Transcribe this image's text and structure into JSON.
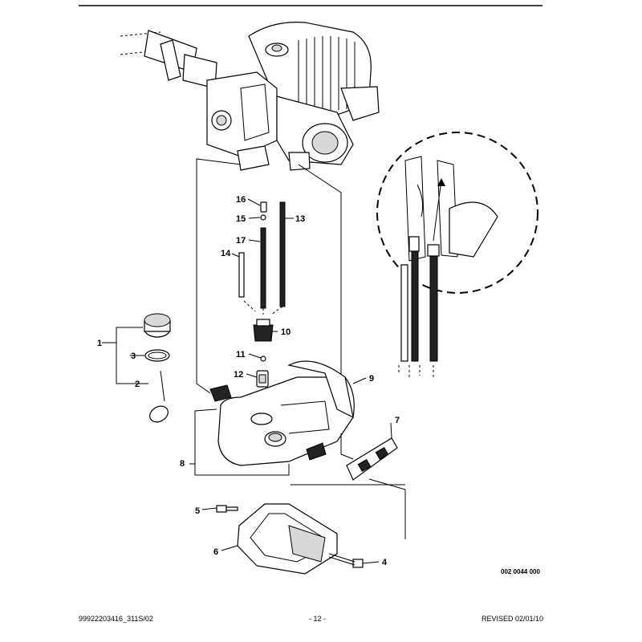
{
  "callouts": [
    {
      "num": "1"
    },
    {
      "num": "2"
    },
    {
      "num": "3"
    },
    {
      "num": "4"
    },
    {
      "num": "5"
    },
    {
      "num": "6"
    },
    {
      "num": "7"
    },
    {
      "num": "8"
    },
    {
      "num": "9"
    },
    {
      "num": "10"
    },
    {
      "num": "11"
    },
    {
      "num": "12"
    },
    {
      "num": "13"
    },
    {
      "num": "14"
    },
    {
      "num": "15"
    },
    {
      "num": "16"
    },
    {
      "num": "17"
    }
  ],
  "reference_code": "002 0044 000",
  "footer": {
    "left": "99922203416_311S/02",
    "center": "- 12 -",
    "right": "REVISED 02/01/10"
  }
}
